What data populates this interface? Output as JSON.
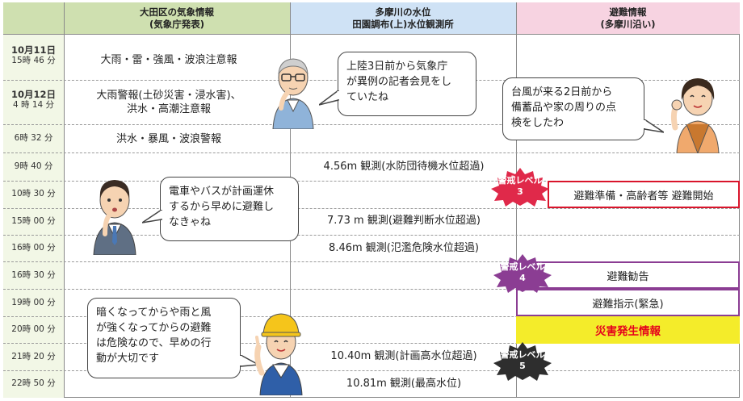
{
  "headers": [
    {
      "line1": "大田区の気象情報",
      "line2": "(気象庁発表)"
    },
    {
      "line1": "多摩川の水位",
      "line2": "田園調布(上)水位観測所"
    },
    {
      "line1": "避難情報",
      "line2": "(多摩川沿い)"
    }
  ],
  "times": [
    {
      "date": "10月11日",
      "time": "15時 46 分"
    },
    {
      "date": "10月12日",
      "time": "4 時 14 分"
    },
    {
      "date": "",
      "time": "6時 32 分"
    },
    {
      "date": "",
      "time": "9時 40 分"
    },
    {
      "date": "",
      "time": "10時 30 分"
    },
    {
      "date": "",
      "time": "15時 00 分"
    },
    {
      "date": "",
      "time": "16時 00 分"
    },
    {
      "date": "",
      "time": "16時 30 分"
    },
    {
      "date": "",
      "time": "19時 00 分"
    },
    {
      "date": "",
      "time": "20時 00 分"
    },
    {
      "date": "",
      "time": "21時 20 分"
    },
    {
      "date": "",
      "time": "22時 50 分"
    }
  ],
  "weather": {
    "r1": "大雨・雷・強風・波浪注意報",
    "r2a": "大雨警報(土砂災害・浸水害)、",
    "r2b": "洪水・高潮注意報",
    "r3": "洪水・暴風・波浪警報"
  },
  "water": {
    "w1": "4.56m 観測(水防団待機水位超過)",
    "w2": "7.73 m 観測(避難判断水位超過)",
    "w3": "8.46m 観測(氾濫危険水位超過)",
    "w4": "10.40m 観測(計画高水位超過)",
    "w5": "10.81m 観測(最高水位)"
  },
  "evac": {
    "level3_box": "避難準備・高齢者等 避難開始",
    "kankoku": "避難勧告",
    "shiji": "避難指示(緊急)",
    "saigai": "災害発生情報"
  },
  "badges": [
    {
      "line1": "警戒レベル",
      "line2": "3",
      "color": "#e0294a"
    },
    {
      "line1": "警戒レベル",
      "line2": "4",
      "color": "#8b3d93"
    },
    {
      "line1": "警戒レベル",
      "line2": "5",
      "color": "#2e2e2e"
    }
  ],
  "bubbles": {
    "elder": [
      "上陸3日前から気象庁",
      "が異例の記者会見をし",
      "ていたね"
    ],
    "woman": [
      "台風が来る2日前から",
      "備蓄品や家の周りの点",
      "検をしたわ"
    ],
    "businessman": [
      "電車やバスが計画運休",
      "するから早めに避難し",
      "なきゃね"
    ],
    "worker": [
      "暗くなってからや雨と風",
      "が強くなってからの避難",
      "は危険なので、早めの行",
      "動が大切です"
    ]
  },
  "colors": {
    "time_header": "#cfe0b0",
    "water_header": "#cfe2f5",
    "evac_header": "#f7d3e1",
    "level3_border": "#d9142b",
    "level4_border": "#8b3d93",
    "level5_fill": "#f4ec2a",
    "level5_text": "#e5001c"
  },
  "icons": [
    "elderly-man-icon",
    "woman-icon",
    "businessman-icon",
    "construction-worker-icon"
  ]
}
